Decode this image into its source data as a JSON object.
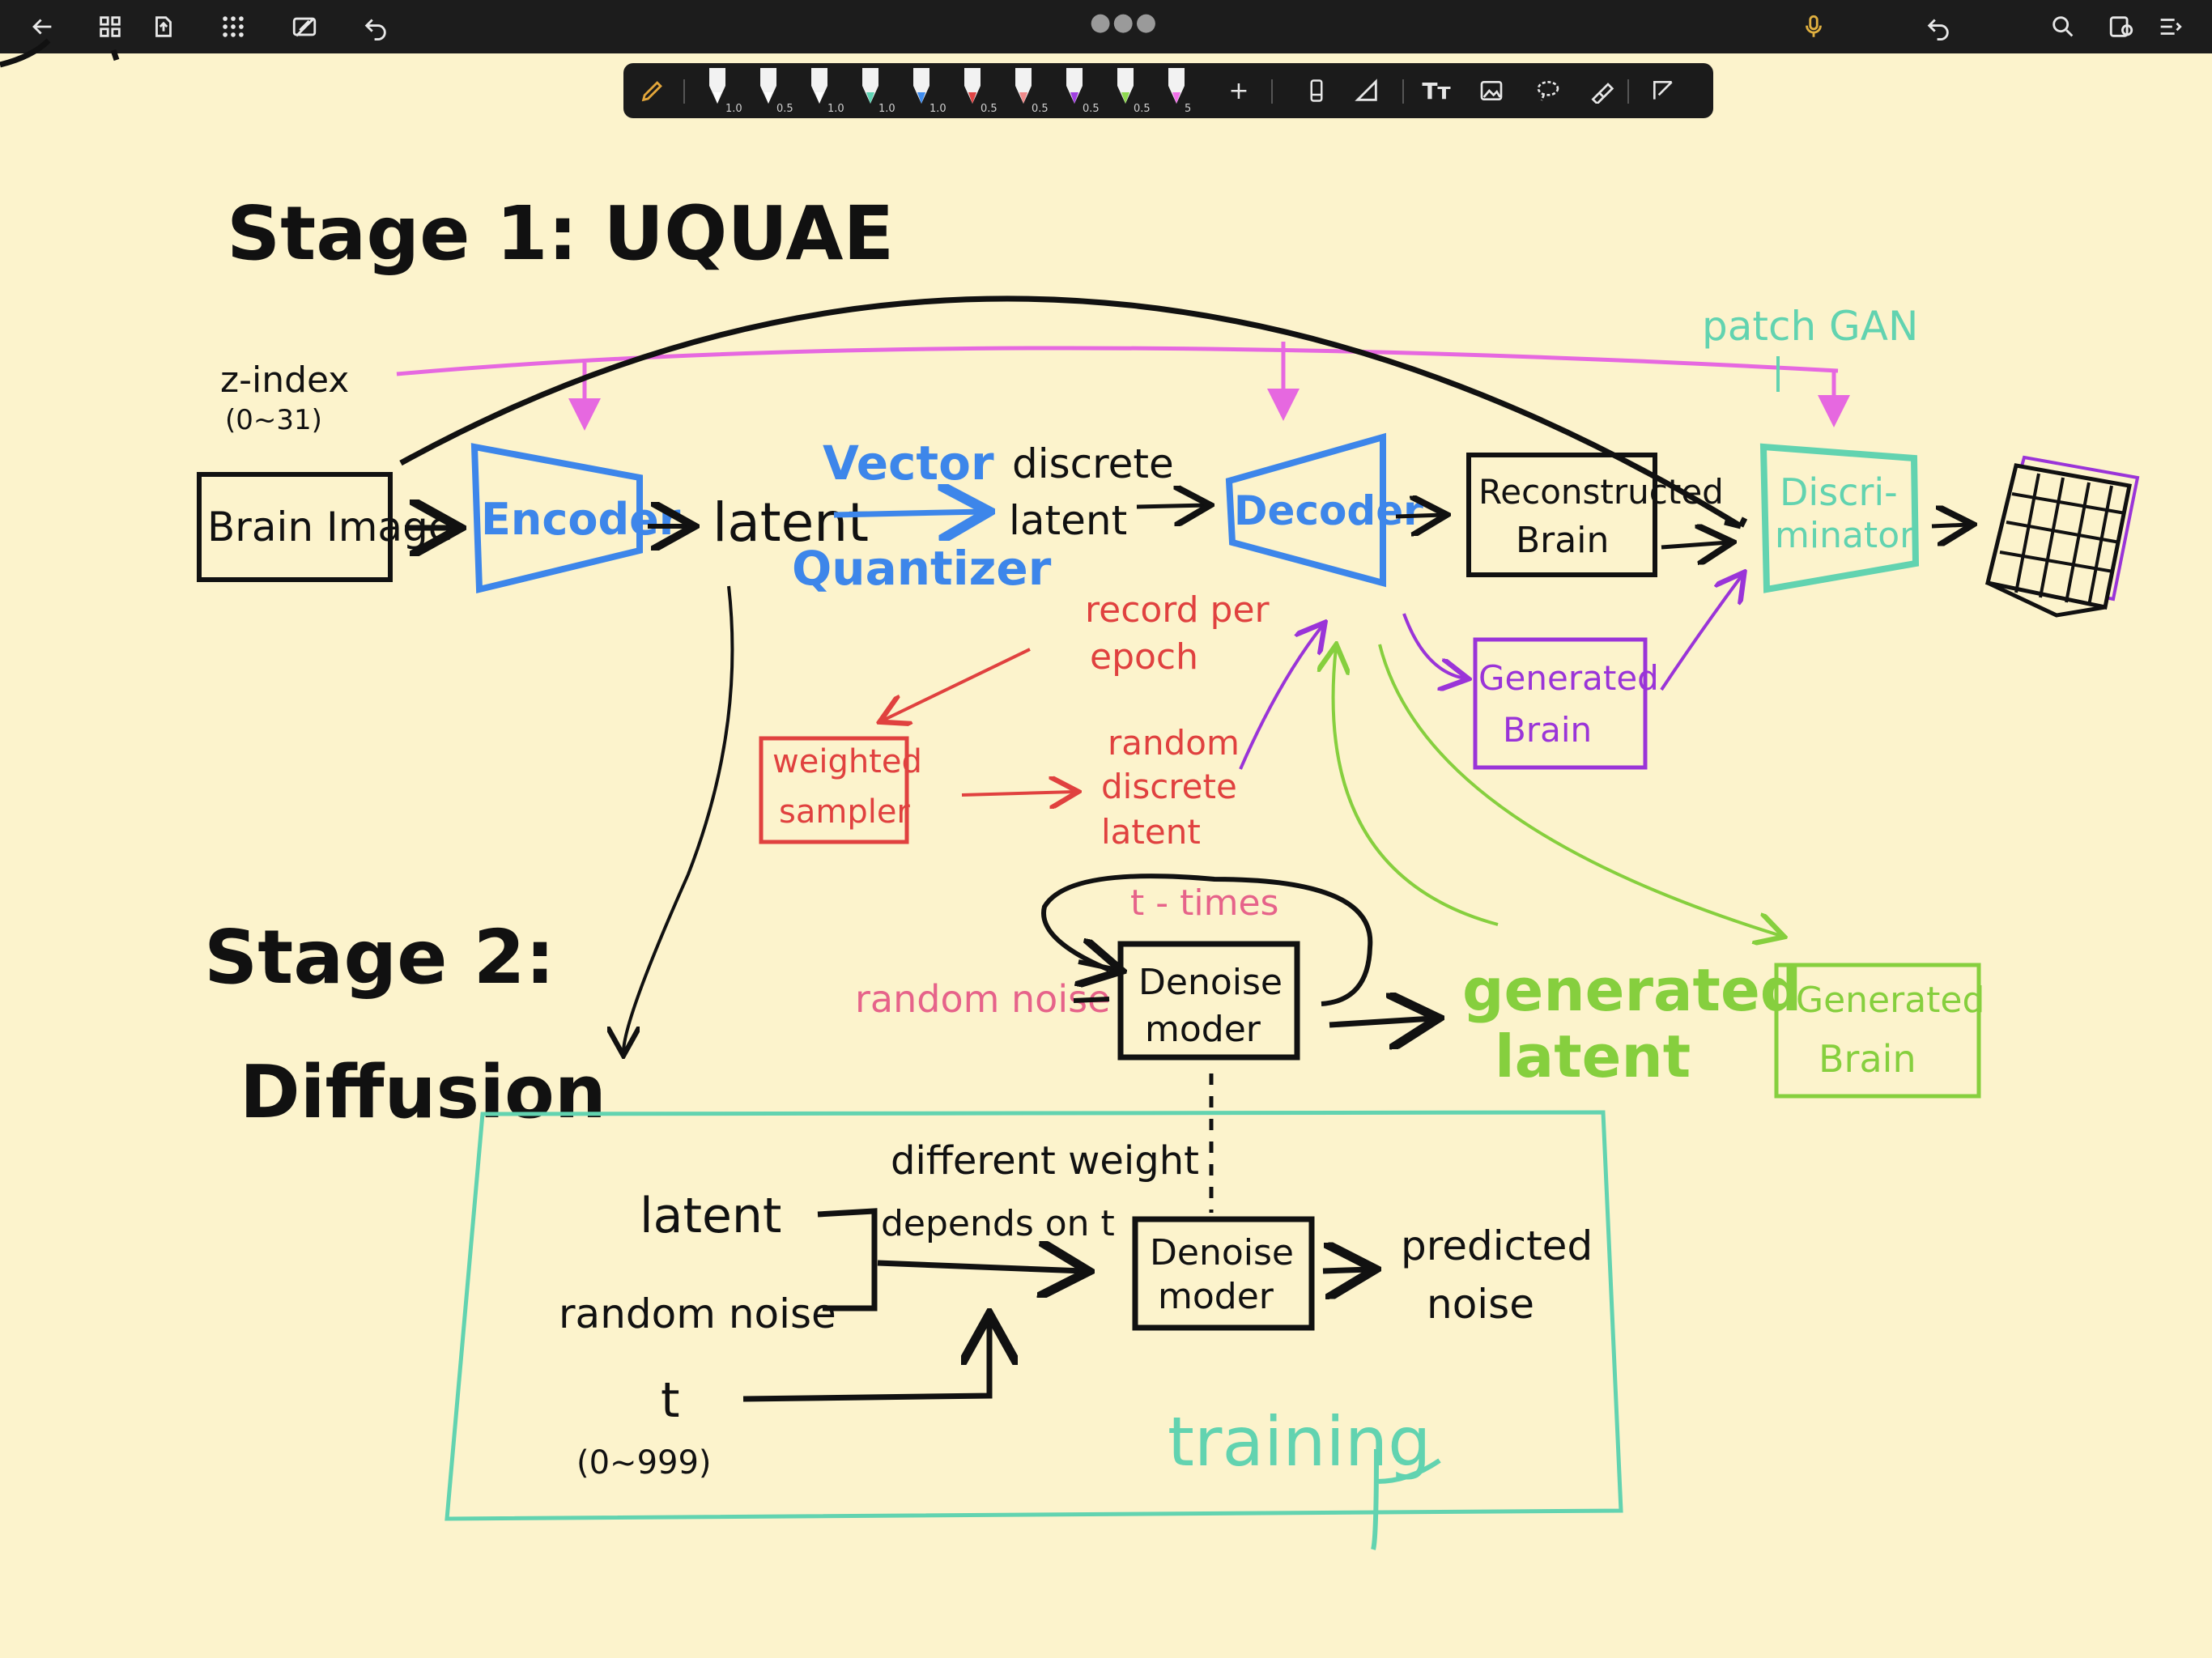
{
  "toolbar": {
    "pens": [
      {
        "color": "#ffffff",
        "width": "1.0"
      },
      {
        "color": "#ffffff",
        "width": "0.5"
      },
      {
        "color": "#ffffff",
        "width": "1.0"
      },
      {
        "color": "#5fd4b4",
        "width": "1.0"
      },
      {
        "color": "#3f8df0",
        "width": "1.0"
      },
      {
        "color": "#e04545",
        "width": "0.5"
      },
      {
        "color": "#f08a8a",
        "width": "0.5"
      },
      {
        "color": "#a040e0",
        "width": "0.5"
      },
      {
        "color": "#8ed850",
        "width": "0.5"
      },
      {
        "color": "#f070e8",
        "width": "5"
      }
    ],
    "add_label": "+",
    "text_tool_label": "Tт"
  },
  "stage1": {
    "title": "Stage 1:  UQUAE",
    "zindex": "z-index",
    "zindex_range": "(0~31)",
    "brain_image": "Brain Image",
    "encoder": "Encoder",
    "latent": "latent",
    "vector": "Vector",
    "quantizer": "Quantizer",
    "discrete": "discrete",
    "discrete_latent2": "latent",
    "decoder": "Decoder",
    "reconstructed": "Reconstructed",
    "reconstructed2": "Brain",
    "patch_gan": "patch GAN",
    "discriminator1": "Discri-",
    "discriminator2": "minator",
    "record1": "record per",
    "record2": "epoch",
    "weighted1": "weighted",
    "weighted2": "sampler",
    "random1": "random",
    "random2": "discrete",
    "random3": "latent",
    "generated1": "Generated",
    "generated2": "Brain"
  },
  "stage2": {
    "title1": "Stage 2:",
    "title2": "Diffusion",
    "t_times": "t - times",
    "random_noise": "random noise",
    "denoise1": "Denoise",
    "denoise2": "moder",
    "gen_latent1": "generated",
    "gen_latent2": "latent",
    "gen_brain1": "Generated",
    "gen_brain2": "Brain",
    "latent": "latent",
    "random_noise2": "random  noise",
    "t": "t",
    "t_range": "(0~999)",
    "diff_weight": "different  weight",
    "depends": "depends on t",
    "pred1": "predicted",
    "pred2": "noise",
    "training": "training"
  },
  "colors": {
    "black": "#111111",
    "blue": "#3d86ea",
    "red": "#e0413f",
    "pink": "#e6638a",
    "purple": "#9a34d8",
    "green": "#86cf3e",
    "teal": "#62d3b0",
    "magenta": "#e668e0"
  }
}
